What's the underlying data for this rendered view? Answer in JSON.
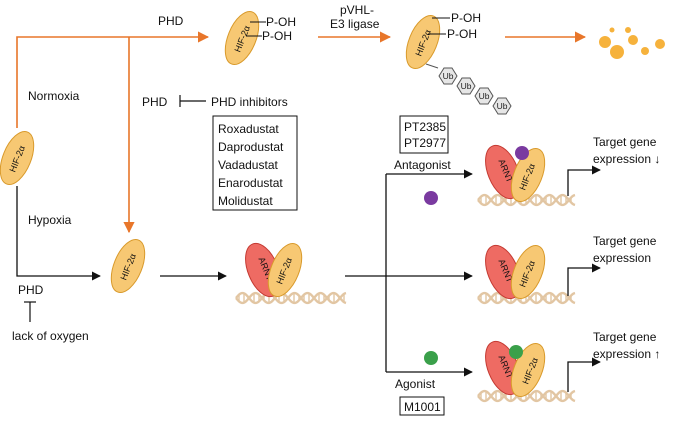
{
  "colors": {
    "orange": "#e8762a",
    "hif_fill": "#f7c873",
    "hif_stroke": "#d99a2b",
    "arnt_fill": "#ee6b63",
    "arnt_stroke": "#c43a32",
    "dna": "#e2c6a3",
    "antagonist": "#7a3aa0",
    "agonist": "#3aa04a",
    "degradation": "#f6b23c",
    "ub_fill": "#e6e6e6"
  },
  "molecules": {
    "hif": "HIF-2α",
    "arnt": "ARNT",
    "ub": "Ub",
    "poh": "P-OH"
  },
  "labels": {
    "phd_top": "PHD",
    "pvhl_line1": "pVHL-",
    "pvhl_line2": "E3 ligase",
    "normoxia": "Normoxia",
    "hypoxia": "Hypoxia",
    "phd_mid": "PHD",
    "phd_inhibitors": "PHD inhibitors",
    "phd_low": "PHD",
    "lack_oxygen": "lack of oxygen",
    "antagonist": "Antagonist",
    "agonist": "Agonist"
  },
  "phd_inhibitor_list": [
    "Roxadustat",
    "Daprodustat",
    "Vadadustat",
    "Enarodustat",
    "Molidustat"
  ],
  "antagonist_drugs": [
    "PT2385",
    "PT2977"
  ],
  "agonist_drugs": [
    "M1001"
  ],
  "outcomes": {
    "down_line1": "Target gene",
    "down_line2": "expression ↓",
    "normal_line1": "Target gene",
    "normal_line2": "expression",
    "up_line1": "Target gene",
    "up_line2": "expression ↑"
  }
}
